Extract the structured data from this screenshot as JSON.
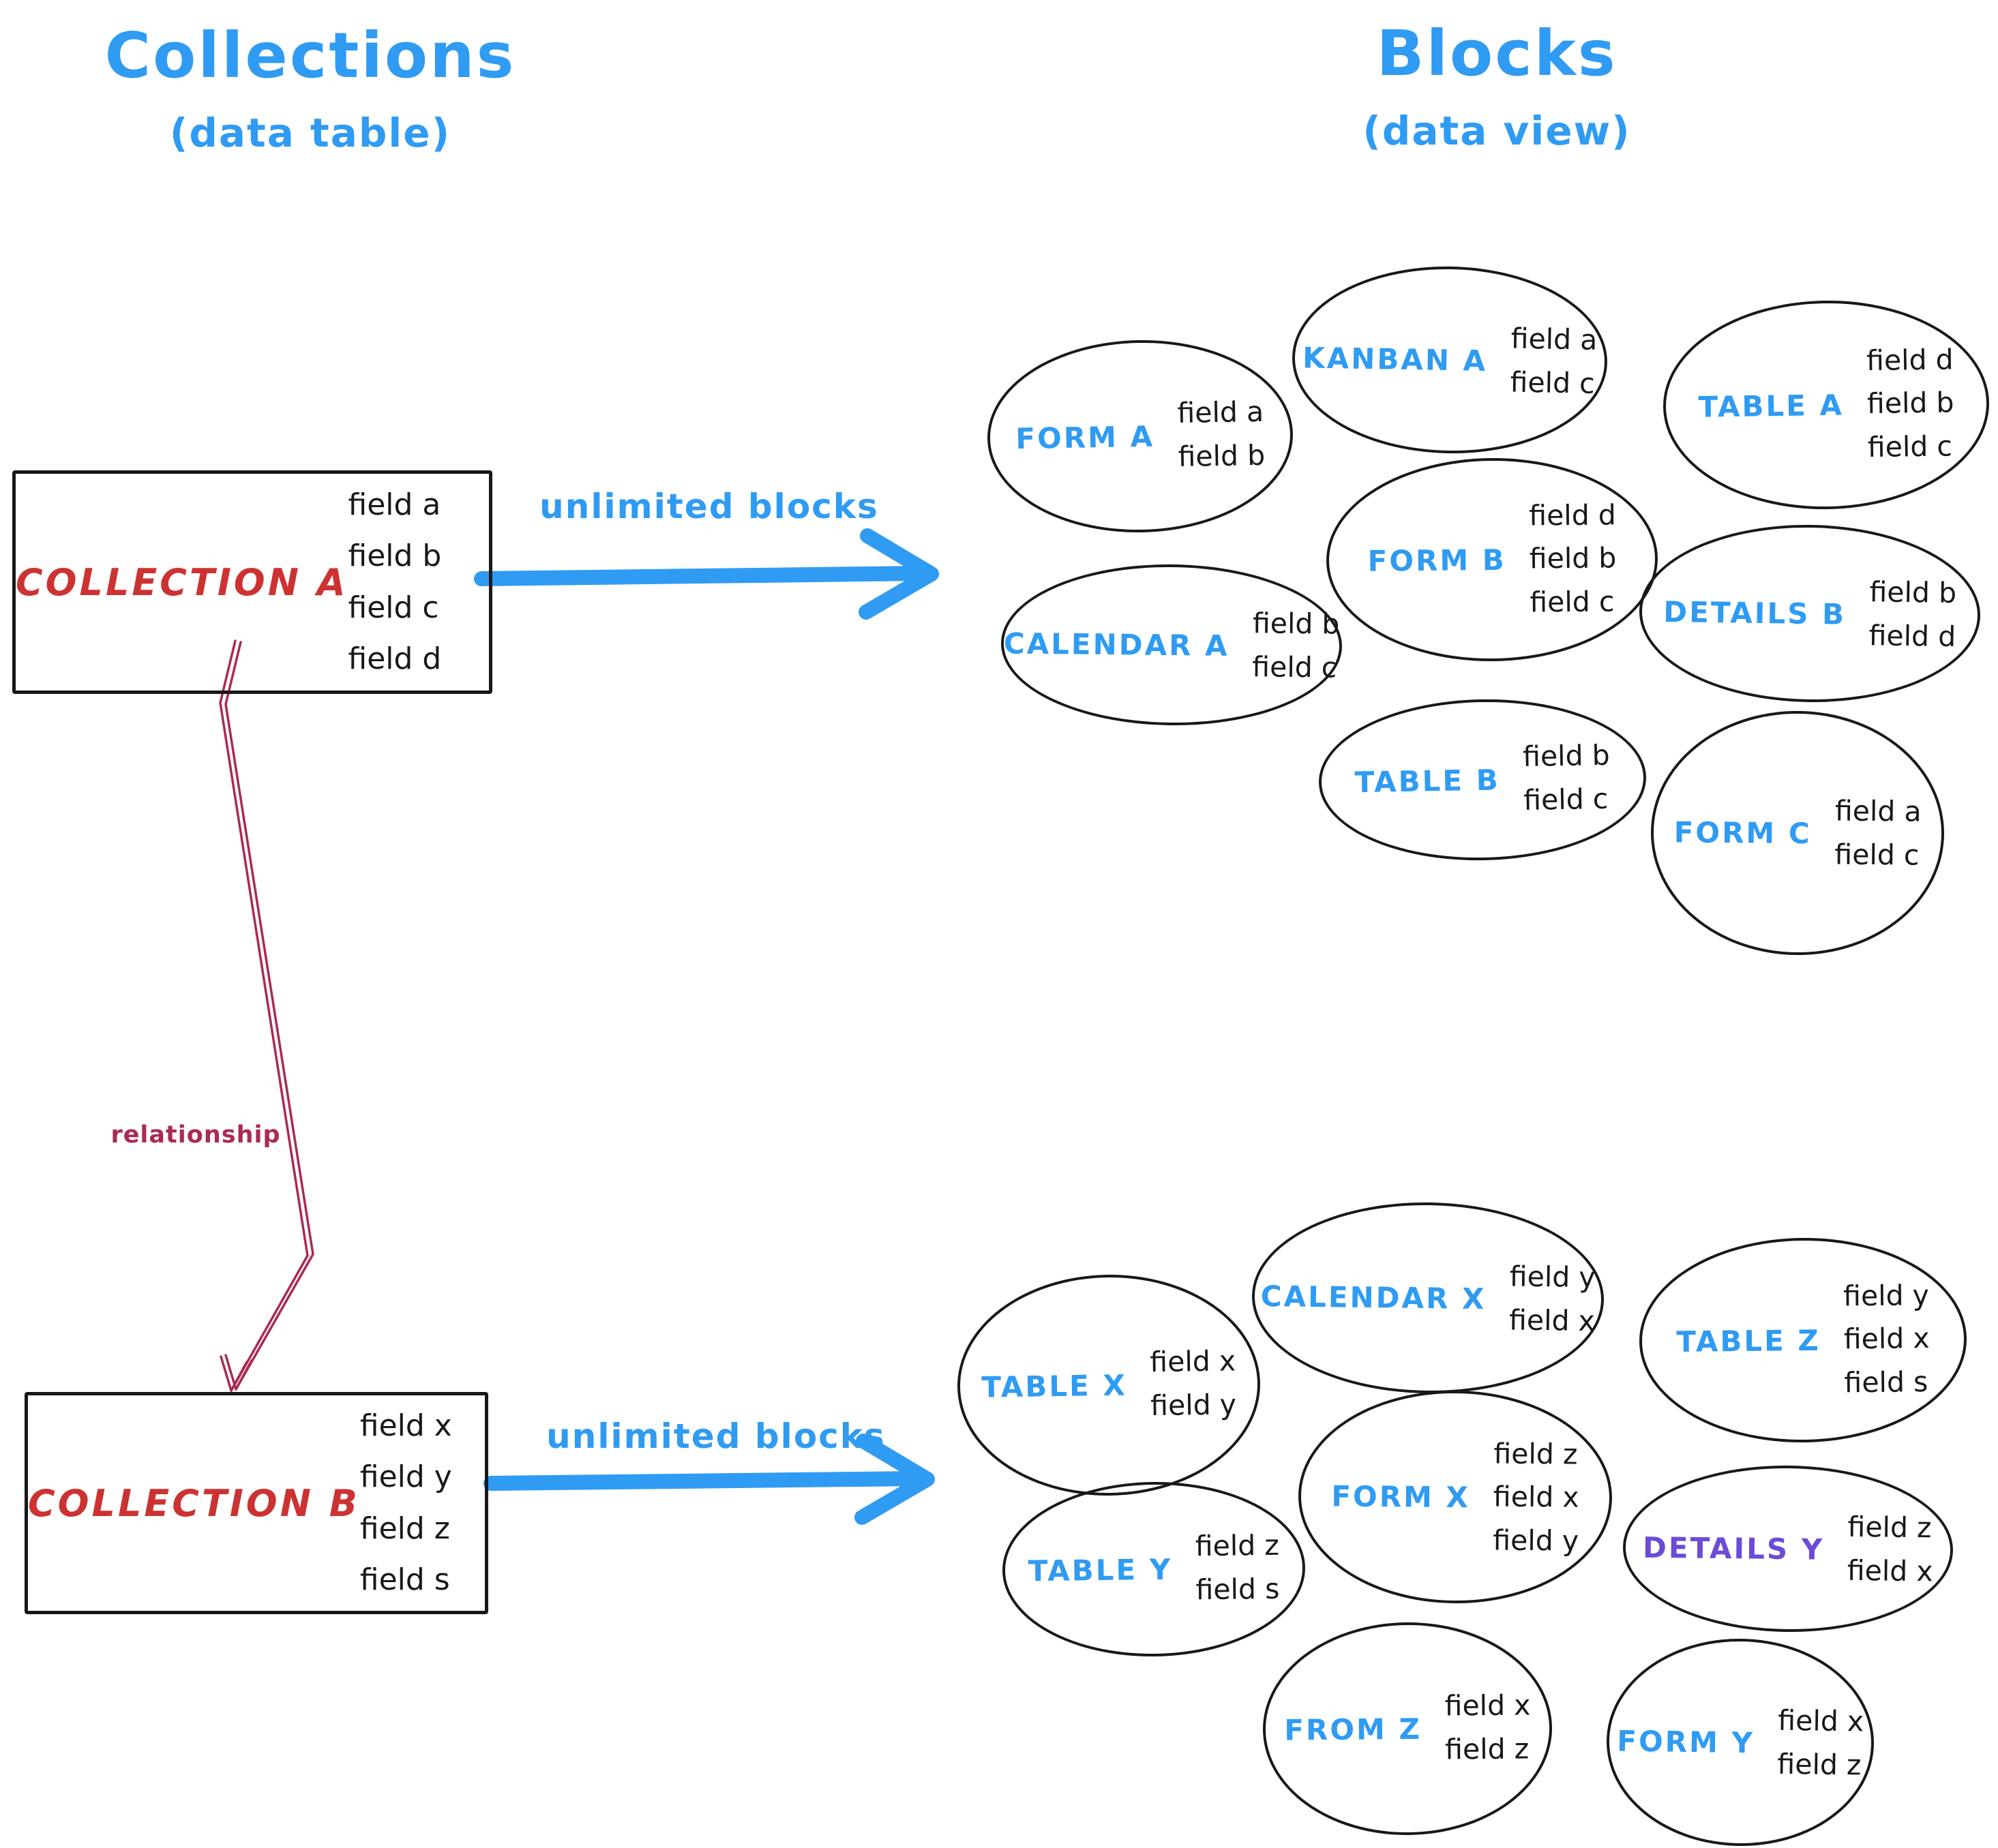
{
  "diagram": {
    "left": {
      "title": "Collections",
      "subtitle": "(data table)"
    },
    "right": {
      "title": "Blocks",
      "subtitle": "(data view)"
    }
  },
  "collections": [
    {
      "label": "COLLECTION A",
      "fields": [
        "field a",
        "field b",
        "field c",
        "field d"
      ]
    },
    {
      "label": "COLLECTION B",
      "fields": [
        "field x",
        "field y",
        "field z",
        "field s"
      ]
    }
  ],
  "arrows": {
    "top_label": "unlimited blocks",
    "bottom_label": "unlimited blocks",
    "relationship_label": "relationship"
  },
  "blocks_collection_a": [
    {
      "label": "FORM A",
      "label_color": "blue",
      "fields": [
        "field a",
        "field b"
      ]
    },
    {
      "label": "KANBAN A",
      "label_color": "blue",
      "fields": [
        "field a",
        "field c"
      ]
    },
    {
      "label": "TABLE A",
      "label_color": "blue",
      "fields": [
        "field d",
        "field b",
        "field c"
      ]
    },
    {
      "label": "CALENDAR A",
      "label_color": "blue",
      "fields": [
        "field b",
        "field c"
      ]
    },
    {
      "label": "FORM B",
      "label_color": "blue",
      "fields": [
        "field d",
        "field b",
        "field c"
      ]
    },
    {
      "label": "DETAILS B",
      "label_color": "blue",
      "fields": [
        "field b",
        "field d"
      ]
    },
    {
      "label": "TABLE B",
      "label_color": "blue",
      "fields": [
        "field b",
        "field c"
      ]
    },
    {
      "label": "FORM C",
      "label_color": "blue",
      "fields": [
        "field a",
        "field c"
      ]
    }
  ],
  "blocks_collection_b": [
    {
      "label": "TABLE X",
      "label_color": "blue",
      "fields": [
        "field x",
        "field y"
      ]
    },
    {
      "label": "CALENDAR X",
      "label_color": "blue",
      "fields": [
        "field y",
        "field x"
      ]
    },
    {
      "label": "TABLE Z",
      "label_color": "blue",
      "fields": [
        "field y",
        "field x",
        "field s"
      ]
    },
    {
      "label": "FORM X",
      "label_color": "blue",
      "fields": [
        "field z",
        "field x",
        "field y"
      ]
    },
    {
      "label": "TABLE Y",
      "label_color": "blue",
      "fields": [
        "field z",
        "field s"
      ]
    },
    {
      "label": "DETAILS Y",
      "label_color": "purple",
      "fields": [
        "field z",
        "field x"
      ]
    },
    {
      "label": "FROM Z",
      "label_color": "blue",
      "fields": [
        "field x",
        "field z"
      ]
    },
    {
      "label": "FORM Y",
      "label_color": "blue",
      "fields": [
        "field x",
        "field z"
      ]
    }
  ],
  "colors": {
    "blue": "#2f9bf3",
    "red": "#cd3232",
    "relationship": "#aa2a55",
    "purple": "#6b4bd8",
    "ink": "#181818"
  }
}
